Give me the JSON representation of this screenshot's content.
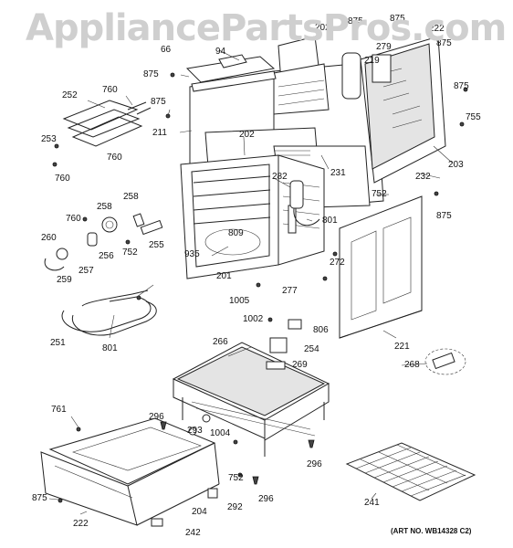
{
  "watermark": "AppliancePartsPros.com",
  "art_number": "(ART NO. WB14328 C2)",
  "part_labels": {
    "p875a": "875",
    "p875b": "875",
    "p875c": "875",
    "p875d": "875",
    "p875e": "875",
    "p875f": "875",
    "p875g": "875",
    "p66": "66",
    "p94": "94",
    "p222": "222",
    "p202a": "202",
    "p202b": "202",
    "p279": "279",
    "p219": "219",
    "p252": "252",
    "p760a": "760",
    "p760b": "760",
    "p760c": "760",
    "p760d": "760",
    "p253": "253",
    "p211": "211",
    "p755": "755",
    "p203": "203",
    "p231": "231",
    "p282": "282",
    "p232": "232",
    "p752a": "752",
    "p752b": "752",
    "p752c": "752",
    "p801a": "801",
    "p801b": "801",
    "p809": "809",
    "p935": "935",
    "p258a": "258",
    "p258b": "258",
    "p260": "260",
    "p256": "256",
    "p255": "255",
    "p257": "257",
    "p259": "259",
    "p201": "201",
    "p272": "272",
    "p277": "277",
    "p1005": "1005",
    "p1002": "1002",
    "p806": "806",
    "p251": "251",
    "p254": "254",
    "p266": "266",
    "p269": "269",
    "p221": "221",
    "p268": "268",
    "p761": "761",
    "p296a": "296",
    "p296b": "296",
    "p296c": "296",
    "p293": "293",
    "p1004": "1004",
    "p204": "204",
    "p292": "292",
    "p242": "242",
    "p241": "241"
  }
}
